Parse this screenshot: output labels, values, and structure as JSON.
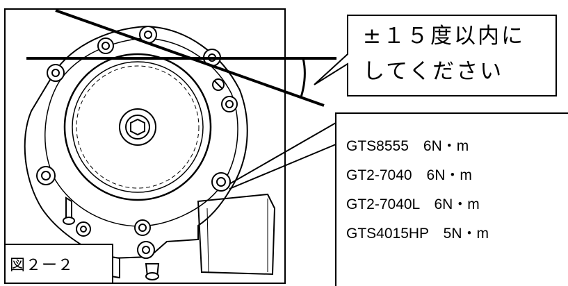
{
  "figure_label": "図２ー２",
  "angle_callout": {
    "line1": "±１５度以内に",
    "line2": "してください"
  },
  "torque_specs": [
    "GTS8555　6N・m",
    "GT2-7040　6N・m",
    "GT2-7040L　6N・m",
    "GTS4015HP　5N・m"
  ],
  "colors": {
    "line": "#000000",
    "background": "#ffffff"
  }
}
